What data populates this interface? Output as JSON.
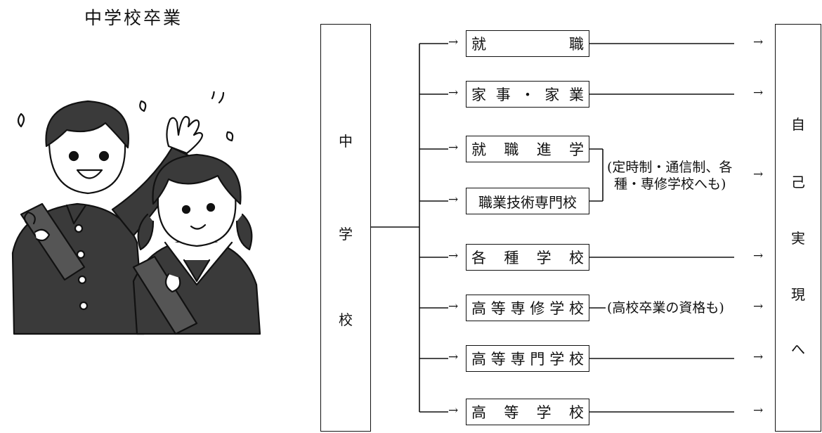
{
  "heading": "中学校卒業",
  "source_column": [
    "中",
    "学",
    "校"
  ],
  "target_column": [
    "自",
    "己",
    "実",
    "現",
    "へ"
  ],
  "paths": [
    {
      "chars": [
        "就",
        "職"
      ]
    },
    {
      "chars": [
        "家",
        "事",
        "・",
        "家",
        "業"
      ]
    },
    {
      "chars": [
        "就",
        "職",
        "進",
        "学"
      ]
    },
    {
      "chars": [
        "職業技術専門校"
      ]
    },
    {
      "chars": [
        "各",
        "種",
        "学",
        "校"
      ]
    },
    {
      "chars": [
        "高",
        "等",
        "専",
        "修",
        "学",
        "校"
      ]
    },
    {
      "chars": [
        "高",
        "等",
        "専",
        "門",
        "学",
        "校"
      ]
    },
    {
      "chars": [
        "高",
        "等",
        "学",
        "校"
      ]
    }
  ],
  "notes": {
    "part_time_line1": "(定時制・通信制、各",
    "part_time_line2": "種・専修学校へも)",
    "vocational": "(高校卒業の資格も)"
  },
  "arrow": "→"
}
